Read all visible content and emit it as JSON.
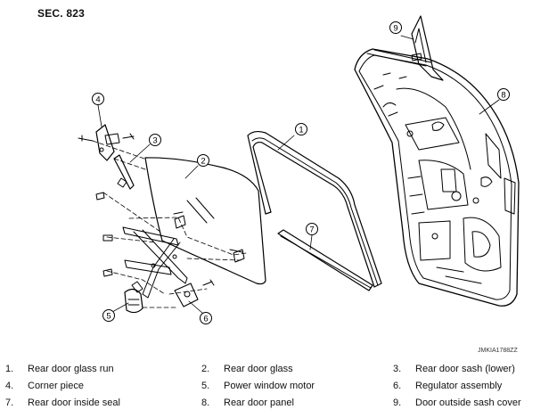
{
  "header": {
    "section": "SEC. 823"
  },
  "figure": {
    "code": "JMKIA1788ZZ"
  },
  "callouts": [
    "1",
    "2",
    "3",
    "4",
    "5",
    "6",
    "7",
    "8",
    "9"
  ],
  "legend": [
    {
      "num": "1.",
      "name": "Rear door glass run"
    },
    {
      "num": "2.",
      "name": "Rear door glass"
    },
    {
      "num": "3.",
      "name": "Rear door sash (lower)"
    },
    {
      "num": "4.",
      "name": "Corner piece"
    },
    {
      "num": "5.",
      "name": "Power window motor"
    },
    {
      "num": "6.",
      "name": "Regulator assembly"
    },
    {
      "num": "7.",
      "name": "Rear door inside seal"
    },
    {
      "num": "8.",
      "name": "Rear door panel"
    },
    {
      "num": "9.",
      "name": "Door outside sash cover"
    }
  ]
}
